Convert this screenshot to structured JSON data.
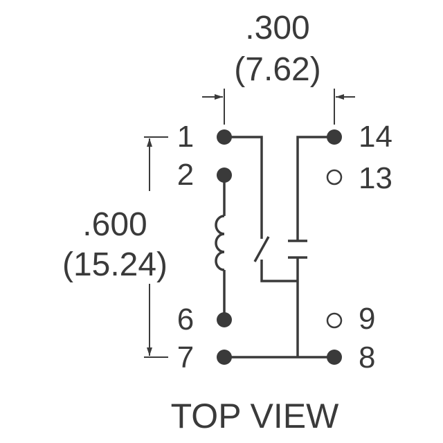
{
  "dimensions": {
    "horizontal": {
      "inches": ".300",
      "mm": "(7.62)"
    },
    "vertical": {
      "inches": ".600",
      "mm": "(15.24)"
    }
  },
  "pins": {
    "p1": "1",
    "p2": "2",
    "p6": "6",
    "p7": "7",
    "p14": "14",
    "p13": "13",
    "p9": "9",
    "p8": "8"
  },
  "caption": "TOP VIEW",
  "colors": {
    "ink": "#3a3a3a",
    "background": "#ffffff"
  }
}
